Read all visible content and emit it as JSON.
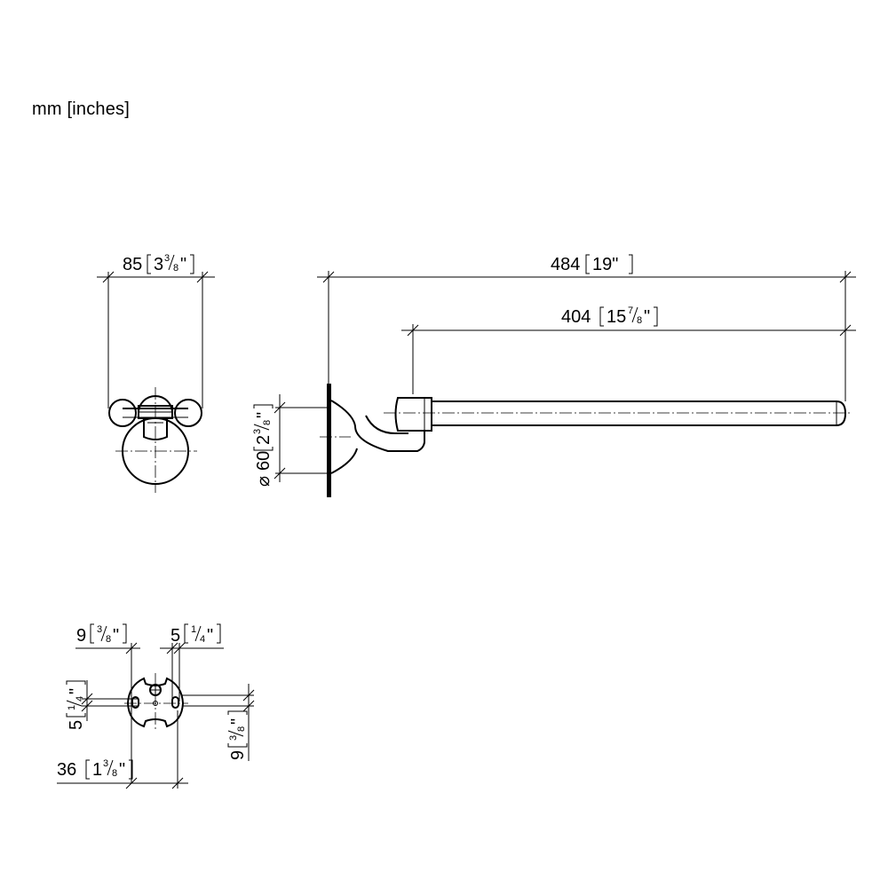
{
  "units_label": "mm [inches]",
  "front_view": {
    "width": {
      "mm": "85",
      "in_whole": "3",
      "in_num": "3",
      "in_den": "8",
      "in_mark": "\""
    }
  },
  "side_view": {
    "overall_length": {
      "mm": "484",
      "in_text": "19\""
    },
    "bar_length": {
      "mm": "404",
      "in_whole": "15",
      "in_num": "7",
      "in_den": "8",
      "in_mark": "\""
    },
    "rosette_diameter": {
      "symbol": "⌀",
      "mm": "60",
      "in_whole": "2",
      "in_num": "3",
      "in_den": "8",
      "in_mark": "\""
    }
  },
  "mounting_plate": {
    "left_offset": {
      "mm": "9",
      "in_num": "3",
      "in_den": "8",
      "in_mark": "\""
    },
    "right_offset": {
      "mm": "5",
      "in_num": "1",
      "in_den": "4",
      "in_mark": "\""
    },
    "slot_height": {
      "mm": "5",
      "in_num": "1",
      "in_den": "4",
      "in_mark": "\""
    },
    "vertical_offset": {
      "mm": "9",
      "in_num": "3",
      "in_den": "8",
      "in_mark": "\""
    },
    "plate_width": {
      "mm": "36",
      "in_whole": "1",
      "in_num": "3",
      "in_den": "8",
      "in_mark": "\""
    }
  }
}
